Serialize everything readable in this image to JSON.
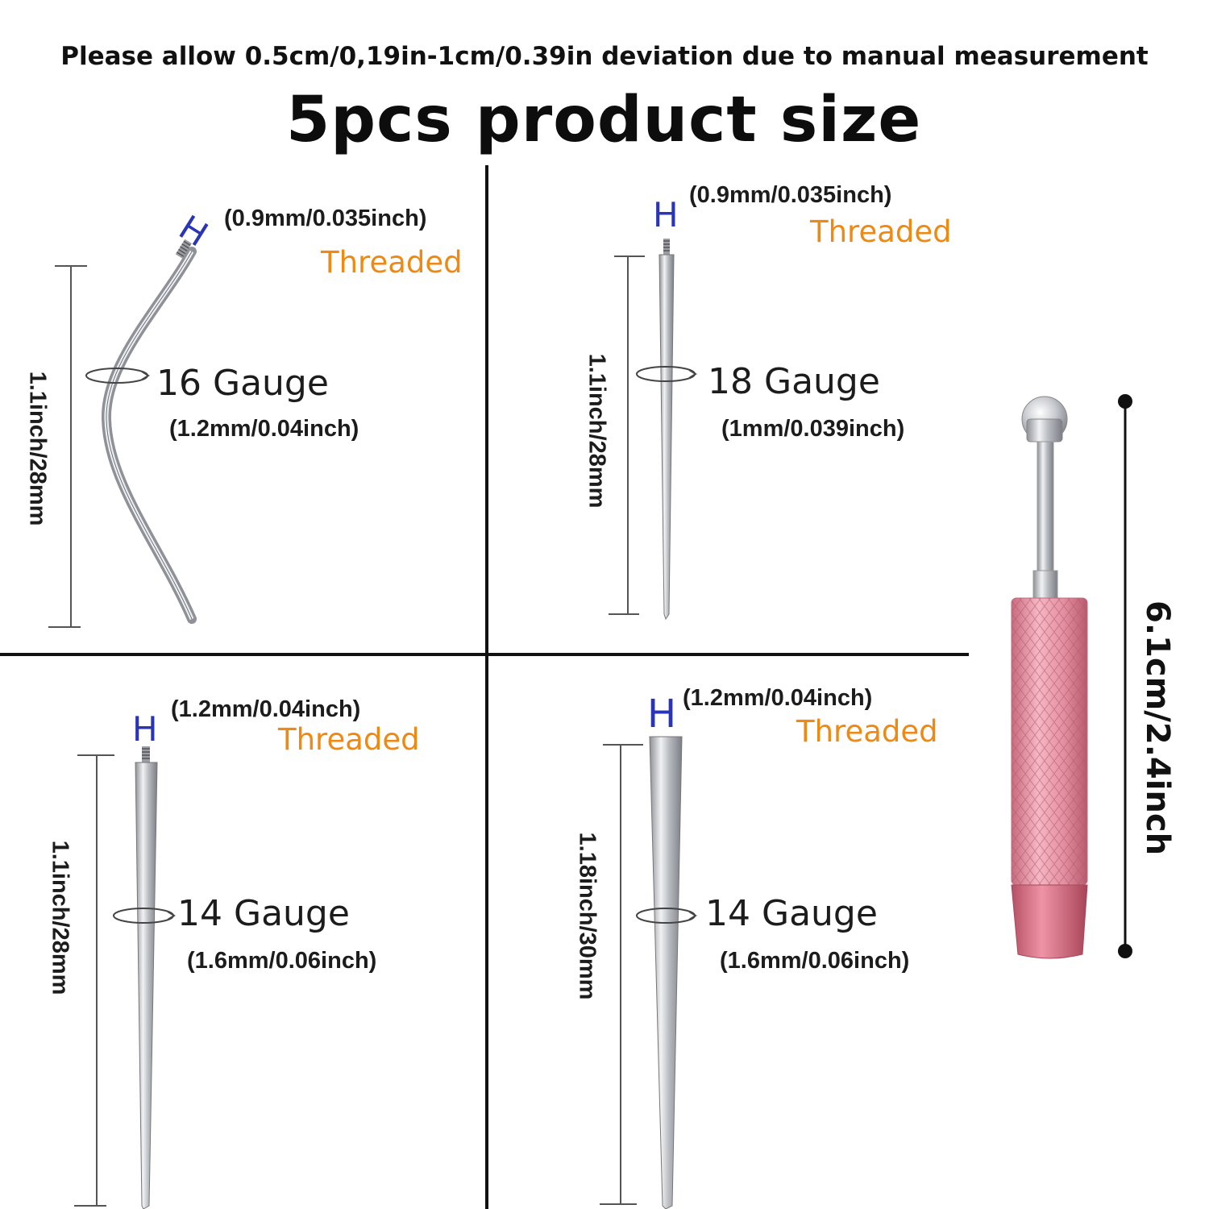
{
  "notice": "Please allow 0.5cm/0,19in-1cm/0.39in deviation due to manual measurement",
  "headline": "5pcs product size",
  "thread_mark": "H",
  "panels": [
    {
      "thread_size": "(0.9mm/0.035inch)",
      "threaded": "Threaded",
      "gauge": "16 Gauge",
      "gauge_size": "(1.2mm/0.04inch)",
      "length": "1.1inch/28mm"
    },
    {
      "thread_size": "(0.9mm/0.035inch)",
      "threaded": "Threaded",
      "gauge": "18 Gauge",
      "gauge_size": "(1mm/0.039inch)",
      "length": "1.1inch/28mm"
    },
    {
      "thread_size": "(1.2mm/0.04inch)",
      "threaded": "Threaded",
      "gauge": "14 Gauge",
      "gauge_size": "(1.6mm/0.06inch)",
      "length": "1.1inch/28mm"
    },
    {
      "thread_size": "(1.2mm/0.04inch)",
      "threaded": "Threaded",
      "gauge": "14 Gauge",
      "gauge_size": "(1.6mm/0.06inch)",
      "length": "1.18inch/30mm"
    }
  ],
  "tool": {
    "length": "6.1cm/2.4inch",
    "handle_color": "#e8909f",
    "metal_color": "#c9cbcf"
  },
  "colors": {
    "threaded": "#ee8a14",
    "thread_mark": "#2a35b5",
    "text": "#1c1c1c"
  }
}
